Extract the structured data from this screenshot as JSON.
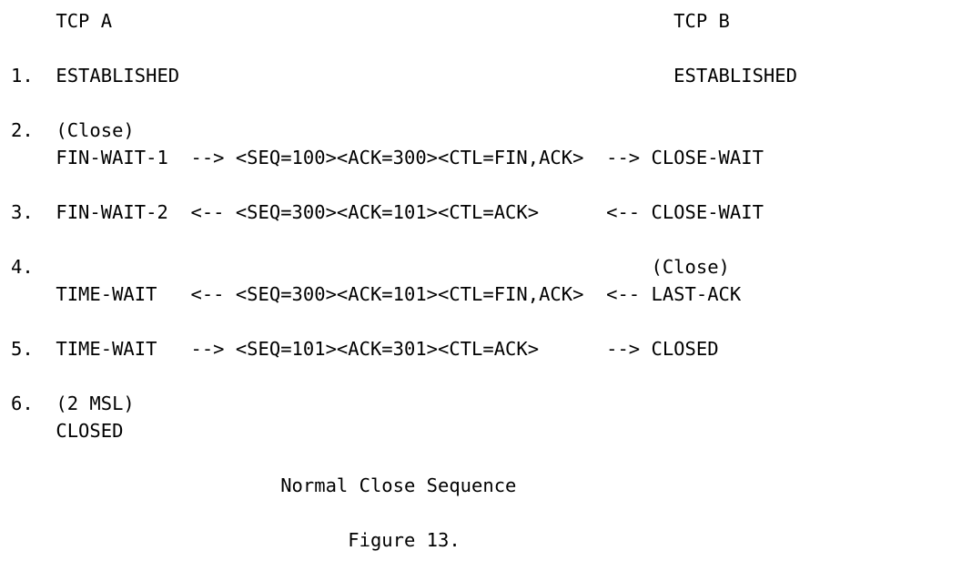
{
  "lines": [
    "    TCP A                                                  TCP B",
    "1.  ESTABLISHED                                            ESTABLISHED",
    "2.  (Close)",
    "    FIN-WAIT-1  --> <SEQ=100><ACK=300><CTL=FIN,ACK>  --> CLOSE-WAIT",
    "3.  FIN-WAIT-2  <-- <SEQ=300><ACK=101><CTL=ACK>      <-- CLOSE-WAIT",
    "4.                                                       (Close)",
    "    TIME-WAIT   <-- <SEQ=300><ACK=101><CTL=FIN,ACK>  <-- LAST-ACK",
    "5.  TIME-WAIT   --> <SEQ=101><ACK=301><CTL=ACK>      --> CLOSED",
    "6.  (2 MSL)",
    "    CLOSED",
    "                        Normal Close Sequence",
    "                              Figure 13."
  ]
}
